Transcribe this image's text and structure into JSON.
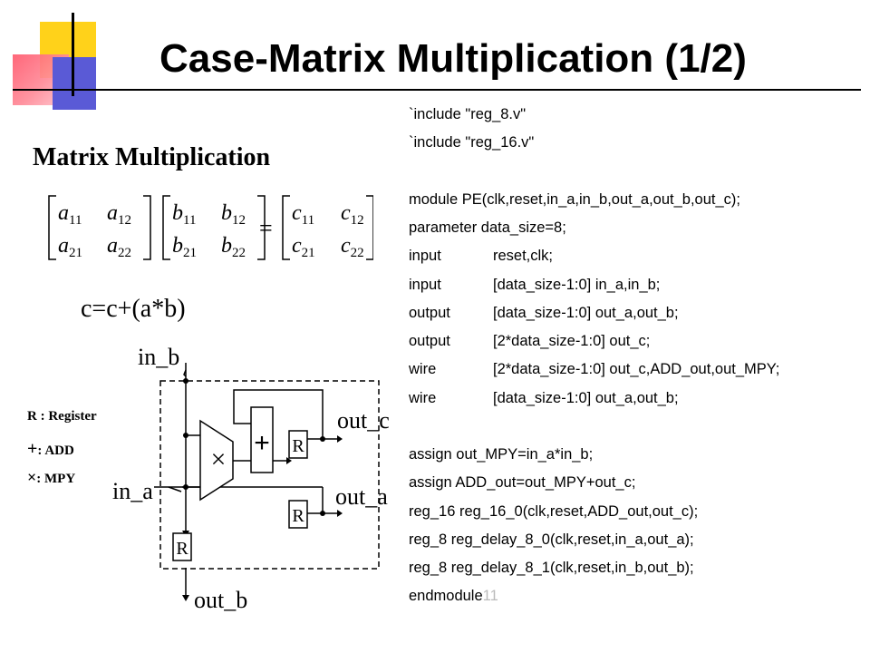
{
  "slide": {
    "title": "Case-Matrix Multiplication (1/2)",
    "section_title": "Matrix Multiplication",
    "formula": "c=c+(a*b)"
  },
  "matrix": {
    "a": [
      "a11",
      "a12",
      "a21",
      "a22"
    ],
    "b": [
      "b11",
      "b12",
      "b21",
      "b22"
    ],
    "equals": "=",
    "c": [
      "c11",
      "c12",
      "c21",
      "c22"
    ]
  },
  "legend": [
    {
      "symbol": "R",
      "text": ": Register"
    },
    {
      "symbol": "+",
      "text": ": ADD"
    },
    {
      "symbol": "×",
      "text": ": MPY"
    }
  ],
  "diagram": {
    "in_b": "in_b",
    "in_a": "in_a",
    "out_c": "out_c",
    "out_a": "out_a",
    "out_b": "out_b",
    "register": "R",
    "adder": "+",
    "multiplier": "×"
  },
  "code_lines": [
    {
      "kw": "",
      "rest": "`include \"reg_8.v\""
    },
    {
      "kw": "",
      "rest": "`include \"reg_16.v\""
    },
    {
      "kw": "",
      "rest": ""
    },
    {
      "kw": "",
      "rest": "module PE(clk,reset,in_a,in_b,out_a,out_b,out_c);"
    },
    {
      "kw": "",
      "rest": "parameter data_size=8;"
    },
    {
      "kw": "input",
      "rest": "reset,clk;"
    },
    {
      "kw": "input",
      "rest": "[data_size-1:0] in_a,in_b;"
    },
    {
      "kw": "output",
      "rest": "[data_size-1:0] out_a,out_b;"
    },
    {
      "kw": "output",
      "rest": "[2*data_size-1:0] out_c;"
    },
    {
      "kw": "wire",
      "rest": "[2*data_size-1:0] out_c,ADD_out,out_MPY;"
    },
    {
      "kw": "wire",
      "rest": "[data_size-1:0] out_a,out_b;"
    },
    {
      "kw": "",
      "rest": ""
    },
    {
      "kw": "",
      "rest": "assign out_MPY=in_a*in_b;"
    },
    {
      "kw": "",
      "rest": "assign ADD_out=out_MPY+out_c;"
    },
    {
      "kw": "",
      "rest": "reg_16 reg_16_0(clk,reset,ADD_out,out_c);"
    },
    {
      "kw": "",
      "rest": "reg_8 reg_delay_8_0(clk,reset,in_a,out_a);"
    },
    {
      "kw": "",
      "rest": "reg_8 reg_delay_8_1(clk,reset,in_b,out_b);"
    },
    {
      "kw": "",
      "rest": "endmodule"
    }
  ],
  "code_end_mark": "11"
}
